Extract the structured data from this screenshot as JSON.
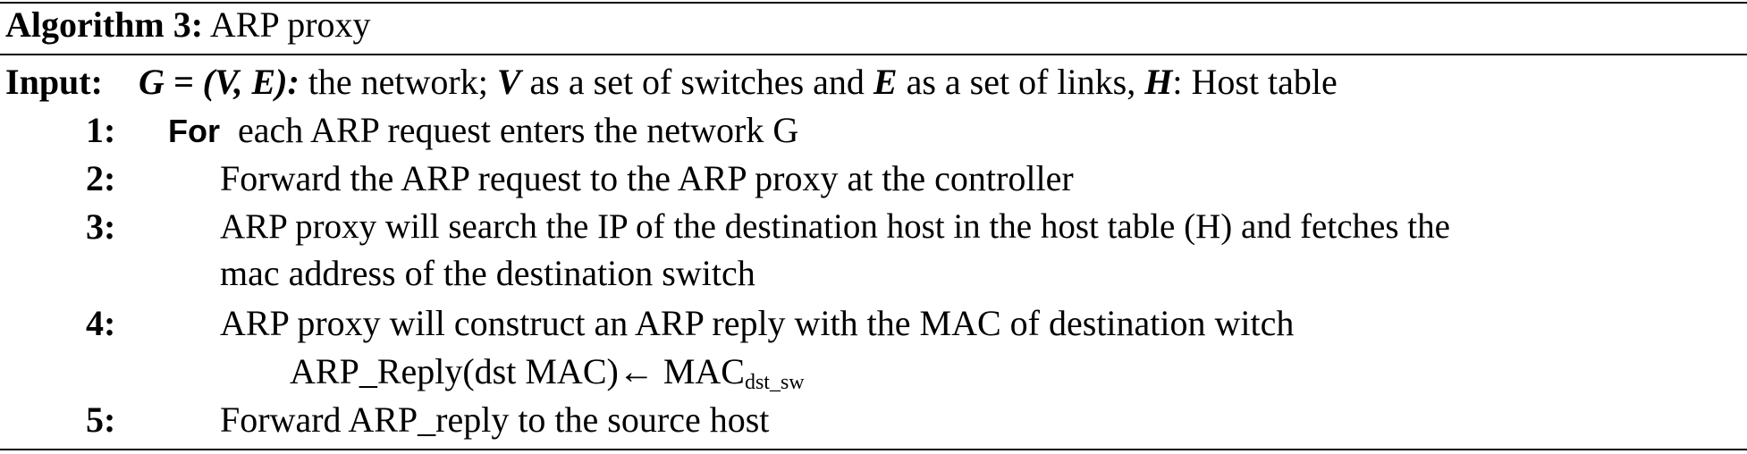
{
  "algorithm": {
    "label": "Algorithm 3:",
    "title": "ARP proxy"
  },
  "input": {
    "label": "Input:",
    "graph": "G = (V, E):",
    "desc1": " the network; ",
    "v": "V",
    "desc2": " as a set of switches and ",
    "e": "E",
    "desc3": " as a set of links, ",
    "h": "H",
    "desc4": ": Host table"
  },
  "steps": [
    {
      "num": "1:",
      "keyword": "For",
      "text": "each ARP request enters the network G"
    },
    {
      "num": "2:",
      "text": "Forward the ARP request to the ARP proxy at the controller"
    },
    {
      "num": "3:",
      "text": "ARP proxy will search the IP of the destination host in the host table (H) and fetches the",
      "text_cont": "mac address of the destination switch"
    },
    {
      "num": "4:",
      "text": "ARP proxy will construct an ARP reply with the MAC of destination witch",
      "formula_main": "ARP_Reply(dst  MAC)←  MAC",
      "formula_sub": "dst_sw"
    },
    {
      "num": "5:",
      "text": "Forward ARP_reply  to the source host"
    }
  ]
}
